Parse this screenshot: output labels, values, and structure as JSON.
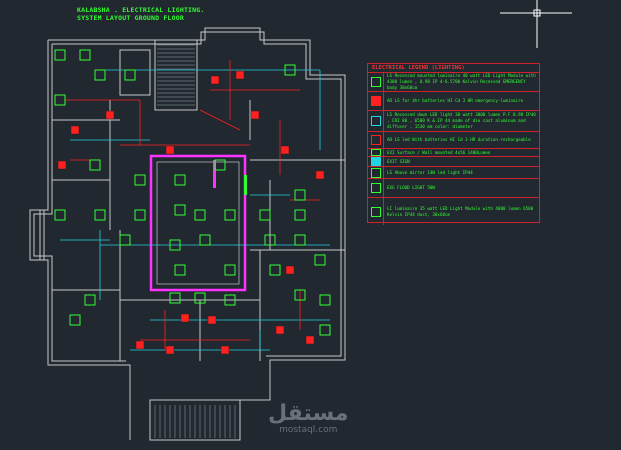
{
  "title": {
    "line1": "KALABSHA . ELECTRICAL LIGHTING.",
    "line2": "SYSTEM LAYOUT GROUND FLOOR"
  },
  "legend": {
    "title": "ELECTRICAL LEGEND (LIGHTING)",
    "items": [
      {
        "icon": "recessed-luminaire-icon",
        "text": "LS Recessed mounted luminaire 40 watt LED Light Module with 4300 lumen , 0.98 IP 4-6.5700 Kelvin Recessed EMERGENCY body 30x60cm"
      },
      {
        "icon": "emergency-luminaire-icon",
        "text": "AR LS for 4hr batteries HI Cd 3 HR emergency-luminaire"
      },
      {
        "icon": "downlight-icon",
        "text": "LS Recessed down LED light 30 watt 3000 lumen P.F 0.98 IP40 , CRI 80 , 6500 K & IP 44 made of die cast aluminum and diffuser , 1530 mm color: diameter"
      },
      {
        "icon": "battery-downlight-icon",
        "text": "AR LS led With batteries HI Cd 3 HR duration-rechargeable"
      },
      {
        "icon": "exit-wall-icon",
        "text": "EXI Surface / Wall mounted 4x56 1400Lumen"
      },
      {
        "icon": "exit-sign-icon",
        "text": "EXIT SIGN"
      },
      {
        "icon": "mirror-light-icon",
        "text": "LS Above mirror 14W led light IP44"
      },
      {
        "icon": "flood-light-icon",
        "text": "EXG FLOOD LIGHT 50W"
      },
      {
        "icon": "linear-luminaire-icon",
        "text": "LI luminaire 35 watt LED Light Module with 4000 lumen 6500 Kelvin IP44 dust, 30x60cm"
      }
    ]
  },
  "watermark": {
    "arabic": "مستقل",
    "latin": "mostaql.com"
  },
  "colors": {
    "background": "#212830",
    "wall": "#c8c8c8",
    "green": "#33ff33",
    "red": "#ff2020",
    "cyan": "#22d3e0",
    "magenta": "#ff33ff"
  }
}
